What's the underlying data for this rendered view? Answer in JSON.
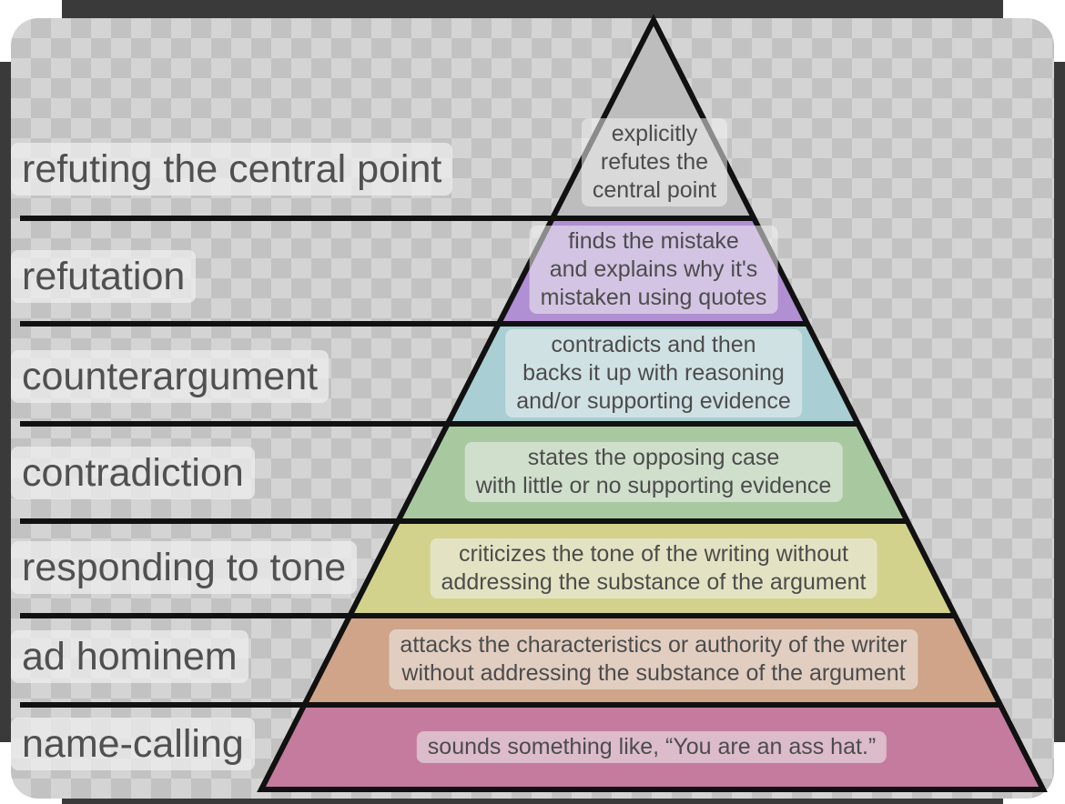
{
  "levels": [
    {
      "name": "refuting the central point",
      "description": [
        "explicitly",
        "refutes the",
        "central point"
      ],
      "color": "#bdbdbd"
    },
    {
      "name": "refutation",
      "description": [
        "finds the mistake",
        "and explains why it's",
        "mistaken using quotes"
      ],
      "color": "#b08fd3"
    },
    {
      "name": "counterargument",
      "description": [
        "contradicts and then",
        "backs it up with reasoning",
        "and/or supporting evidence"
      ],
      "color": "#a9ced4"
    },
    {
      "name": "contradiction",
      "description": [
        "states the opposing case",
        "with little or no supporting evidence"
      ],
      "color": "#a8c9a0"
    },
    {
      "name": "responding to tone",
      "description": [
        "criticizes the tone of the writing without",
        "addressing the substance of the argument"
      ],
      "color": "#d3d28c"
    },
    {
      "name": "ad hominem",
      "description": [
        "attacks the characteristics or authority of the writer",
        "without addressing the substance of the argument"
      ],
      "color": "#cfa488"
    },
    {
      "name": "name-calling",
      "description": [
        "sounds something like, “You are an ass hat.”"
      ],
      "color": "#c47b9e"
    }
  ],
  "colors": {
    "outline": "#111111",
    "frame": "#3a3a3a",
    "checker_light": "#d4d4d4",
    "checker_dark": "#c2c2c2"
  }
}
